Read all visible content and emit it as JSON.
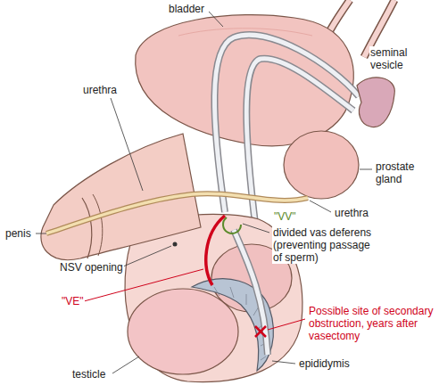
{
  "diagram": {
    "labels": [
      "bladder",
      "seminal vesicle",
      "urethra",
      "prostate gland",
      "urethra",
      "\"VV\"",
      "divided vas deferens (preventing passage of sperm)",
      "penis",
      "NSV opening",
      "\"VE\"",
      "Possible site of secondary obstruction, years after vasectomy",
      "epididymis",
      "testicle"
    ]
  }
}
